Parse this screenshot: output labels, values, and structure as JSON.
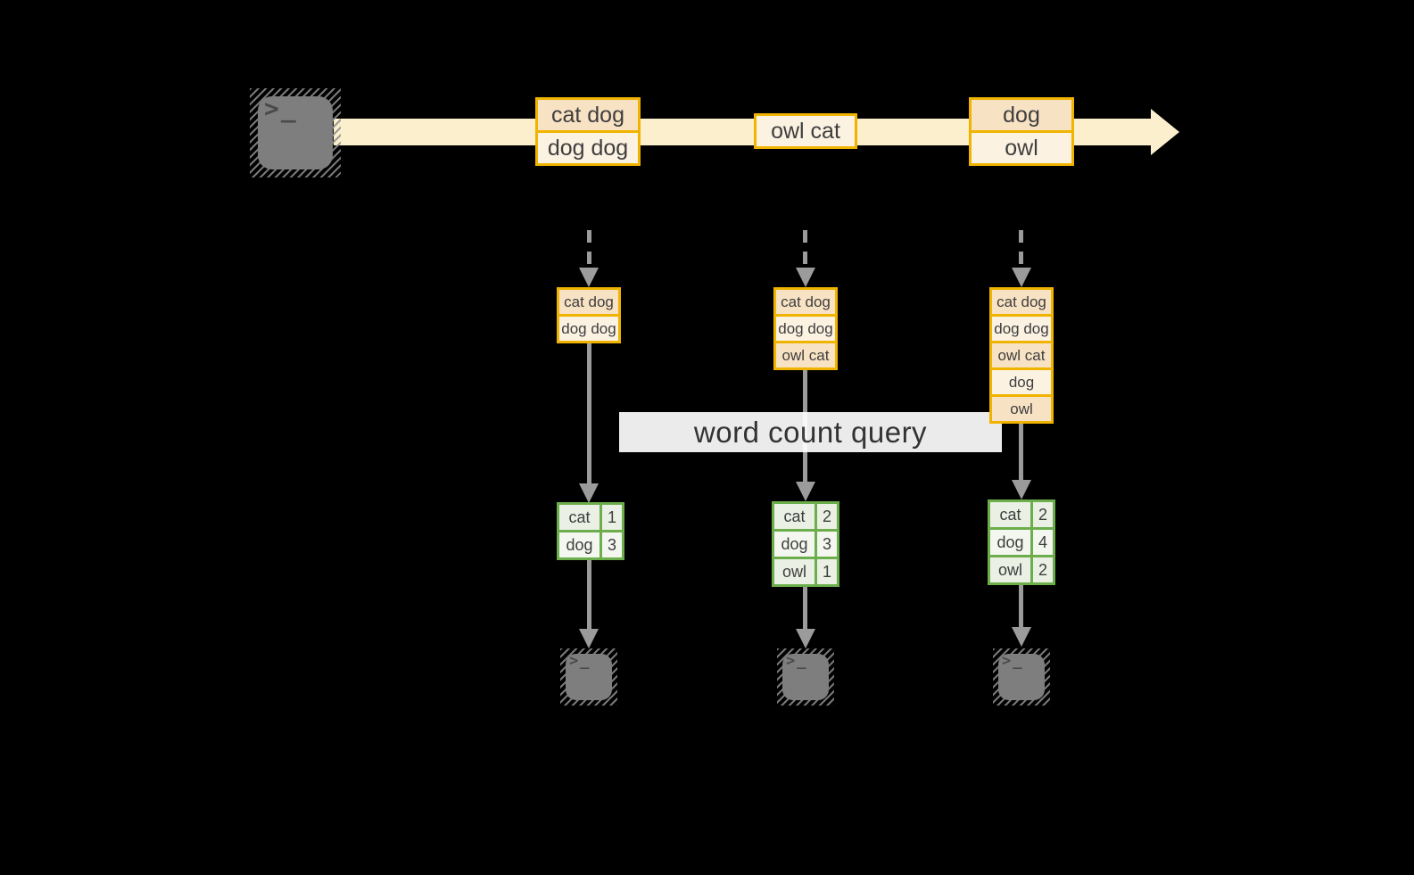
{
  "colors": {
    "background": "#000000",
    "gold": "#F0B400",
    "stream_cream": "#FBEFCE",
    "record_peach": "#F8E2C4",
    "record_light": "#FCF2E2",
    "green": "#6CAE4B",
    "count_cell": "#EAF0E3",
    "count_cell_light": "#F4F7F0",
    "arrow_gray": "#9B9B9B",
    "icon_gray": "#7E7E7E",
    "ink": "#3E3E3E",
    "query_band": "#FFFFFF"
  },
  "icons": {
    "terminal_glyph": ">_"
  },
  "stream": {
    "batches": [
      {
        "records": [
          "cat dog",
          "dog dog"
        ]
      },
      {
        "records": [
          "owl cat"
        ]
      },
      {
        "records": [
          "dog",
          "owl"
        ]
      }
    ]
  },
  "query": {
    "label": "word count query"
  },
  "pipelines": [
    {
      "buffer": [
        "cat dog",
        "dog dog"
      ],
      "counts": [
        {
          "word": "cat",
          "count": "1"
        },
        {
          "word": "dog",
          "count": "3"
        }
      ]
    },
    {
      "buffer": [
        "cat dog",
        "dog dog",
        "owl cat"
      ],
      "counts": [
        {
          "word": "cat",
          "count": "2"
        },
        {
          "word": "dog",
          "count": "3"
        },
        {
          "word": "owl",
          "count": "1"
        }
      ]
    },
    {
      "buffer": [
        "cat dog",
        "dog dog",
        "owl cat",
        "dog",
        "owl"
      ],
      "counts": [
        {
          "word": "cat",
          "count": "2"
        },
        {
          "word": "dog",
          "count": "4"
        },
        {
          "word": "owl",
          "count": "2"
        }
      ]
    }
  ]
}
